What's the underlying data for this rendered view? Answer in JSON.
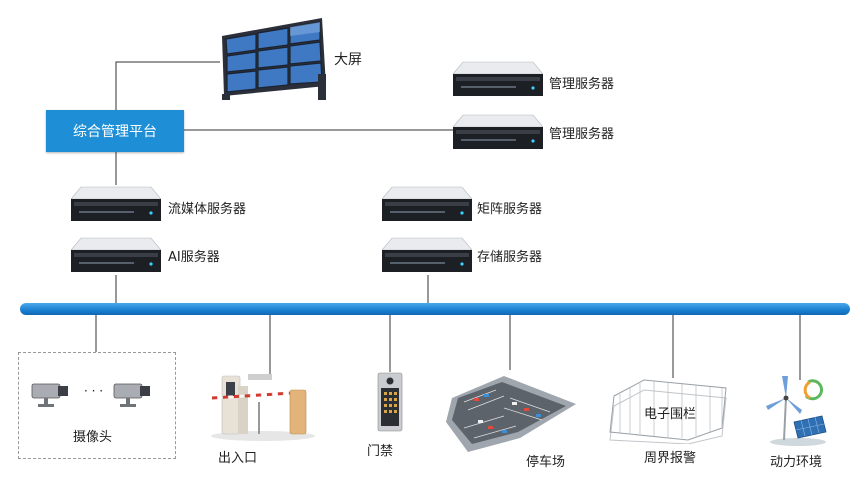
{
  "platform": {
    "label": "综合管理平台"
  },
  "video_wall": {
    "label": "大屏"
  },
  "servers": {
    "mgmt_1": "管理服务器",
    "mgmt_2": "管理服务器",
    "streaming": "流媒体服务器",
    "ai": "AI服务器",
    "matrix": "矩阵服务器",
    "storage": "存储服务器"
  },
  "devices": {
    "camera": "摄像头",
    "camera_ellipsis": "· · ·",
    "gate": "出入口",
    "access": "门禁",
    "parking": "停车场",
    "fence_text": "电子围栏",
    "perimeter": "周界报警",
    "power": "动力环境"
  },
  "colors": {
    "platform": "#1e8fd6",
    "bus": "#1a7fd0",
    "lines": "#333333"
  }
}
